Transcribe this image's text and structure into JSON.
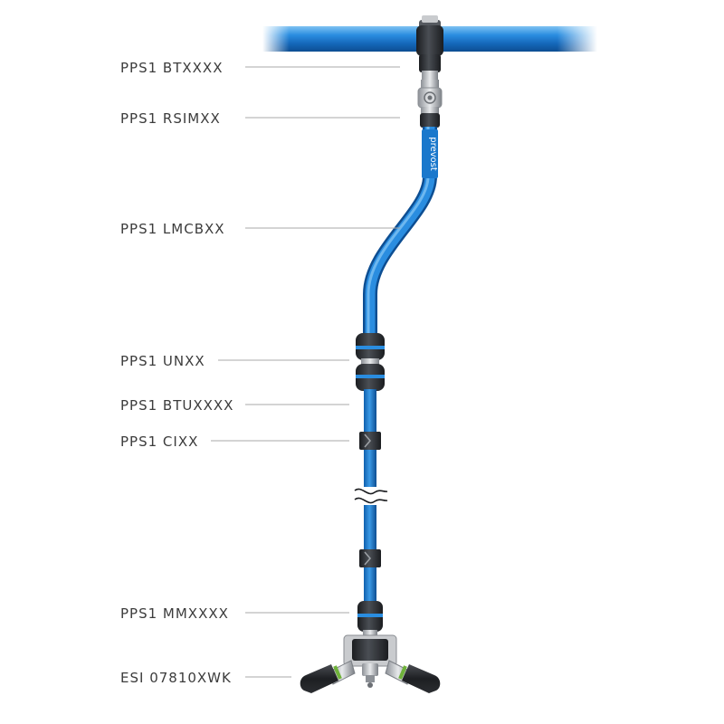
{
  "labels": [
    "PPS1 BTXXXX",
    "PPS1 RSIMXX",
    "PPS1 LMCBXX",
    "PPS1 UNXX",
    "PPS1 BTUXXXX",
    "PPS1 CIXX",
    "PPS1 MMXXXX",
    "ESI 07810XWK"
  ],
  "brand_text": "prevost",
  "colors": {
    "pipe_blue": "#1e7fd0",
    "pipe_dark": "#0d5fa8",
    "fitting_dark": "#2c2f33",
    "grip_green": "#6fb23a",
    "label_text": "#3c3c3c",
    "leader_line": "#a8a8a8"
  }
}
